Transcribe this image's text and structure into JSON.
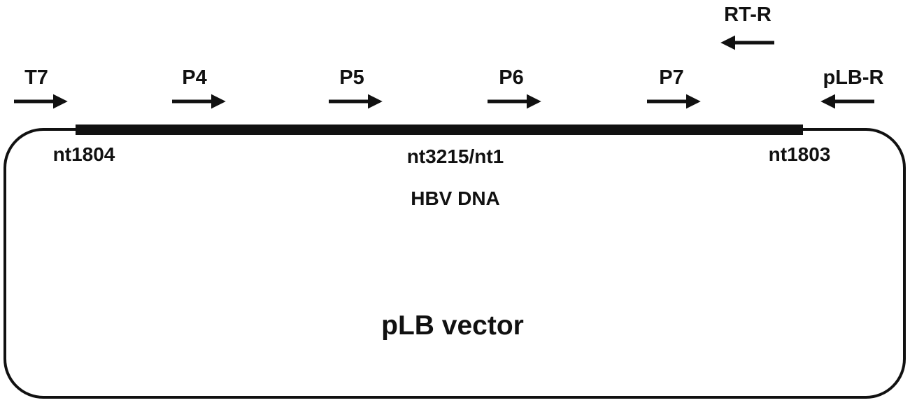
{
  "diagram": {
    "colors": {
      "ink": "#111111",
      "background": "#ffffff"
    },
    "primers": [
      {
        "name": "T7",
        "direction": "forward"
      },
      {
        "name": "P4",
        "direction": "forward"
      },
      {
        "name": "P5",
        "direction": "forward"
      },
      {
        "name": "P6",
        "direction": "forward"
      },
      {
        "name": "P7",
        "direction": "forward"
      },
      {
        "name": "RT-R",
        "direction": "reverse"
      },
      {
        "name": "pLB-R",
        "direction": "reverse"
      }
    ],
    "insert_labels": {
      "left": "nt1804",
      "middle": "nt3215/nt1",
      "right": "nt1803",
      "insert_name": "HBV DNA"
    },
    "vector_label": "pLB vector"
  }
}
